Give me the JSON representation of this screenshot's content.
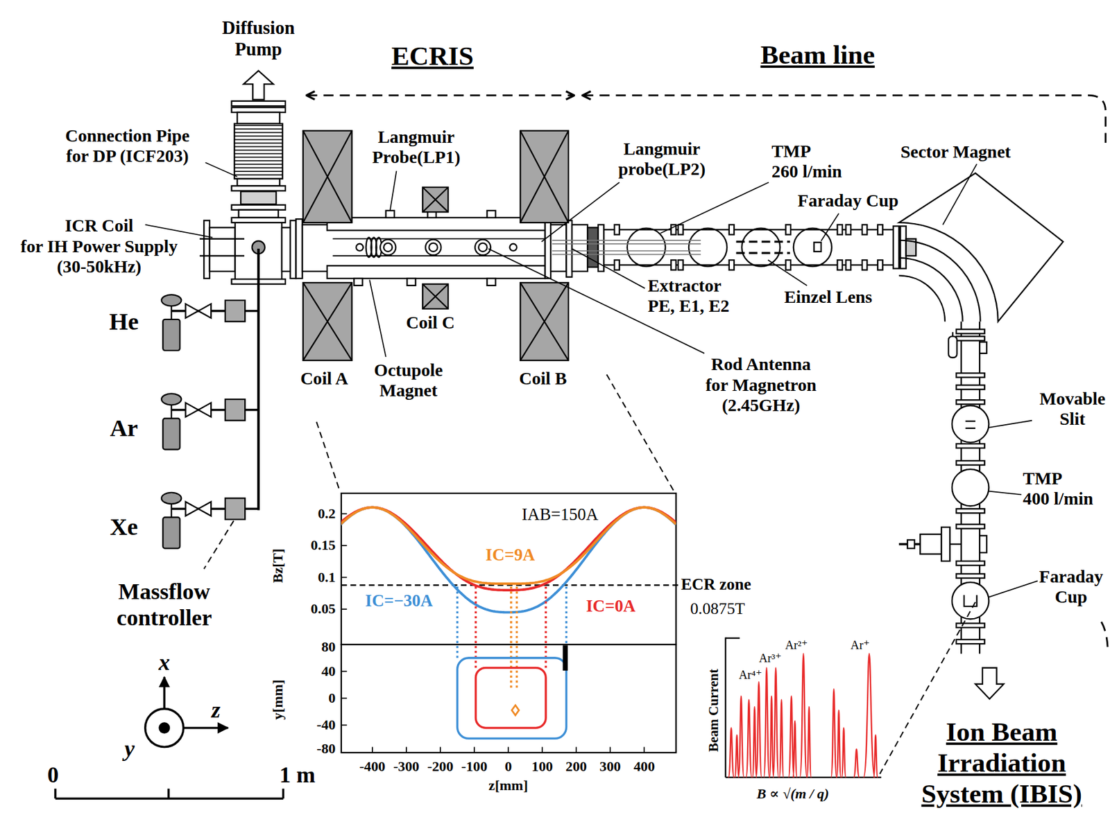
{
  "diagram": {
    "labels": [
      "Diffusion Pump",
      "ECRIS",
      "Beam line",
      "Connection Pipe for DP (ICF203)",
      "Langmuir Probe(LP1)",
      "Langmuir probe(LP2)",
      "TMP 260 l/min",
      "Sector Magnet",
      "Faraday Cup",
      "ICR Coil for IH Power Supply (30-50kHz)",
      "He",
      "Ar",
      "Xe",
      "Massflow controller",
      "Coil A",
      "Octupole Magnet",
      "Coil C",
      "Coil B",
      "Extractor PE, E1, E2",
      "Einzel Lens",
      "Rod Antenna for Magnetron (2.45GHz)",
      "Movable Slit",
      "TMP 400 l/min",
      "Faraday Cup",
      "Ion Beam Irradiation System (IBIS)",
      "ECR zone",
      "0.0875T",
      "IAB=150A",
      "IC=9A",
      "IC=−30A",
      "IC=0A",
      "0",
      "1 m",
      "x",
      "z",
      "y",
      "Bz[T]",
      "y[mm]",
      "z[mm]",
      "0.2",
      "0.15",
      "0.1",
      "0.05",
      "80",
      "40",
      "0",
      "-40",
      "-80",
      "-400",
      "-300",
      "-200",
      "-100",
      "0",
      "100",
      "200",
      "300",
      "400",
      "Beam Current",
      "Ar⁴⁺",
      "Ar³⁺",
      "Ar²⁺",
      "Ar⁺",
      "B ∝ √(m / q)"
    ]
  }
}
